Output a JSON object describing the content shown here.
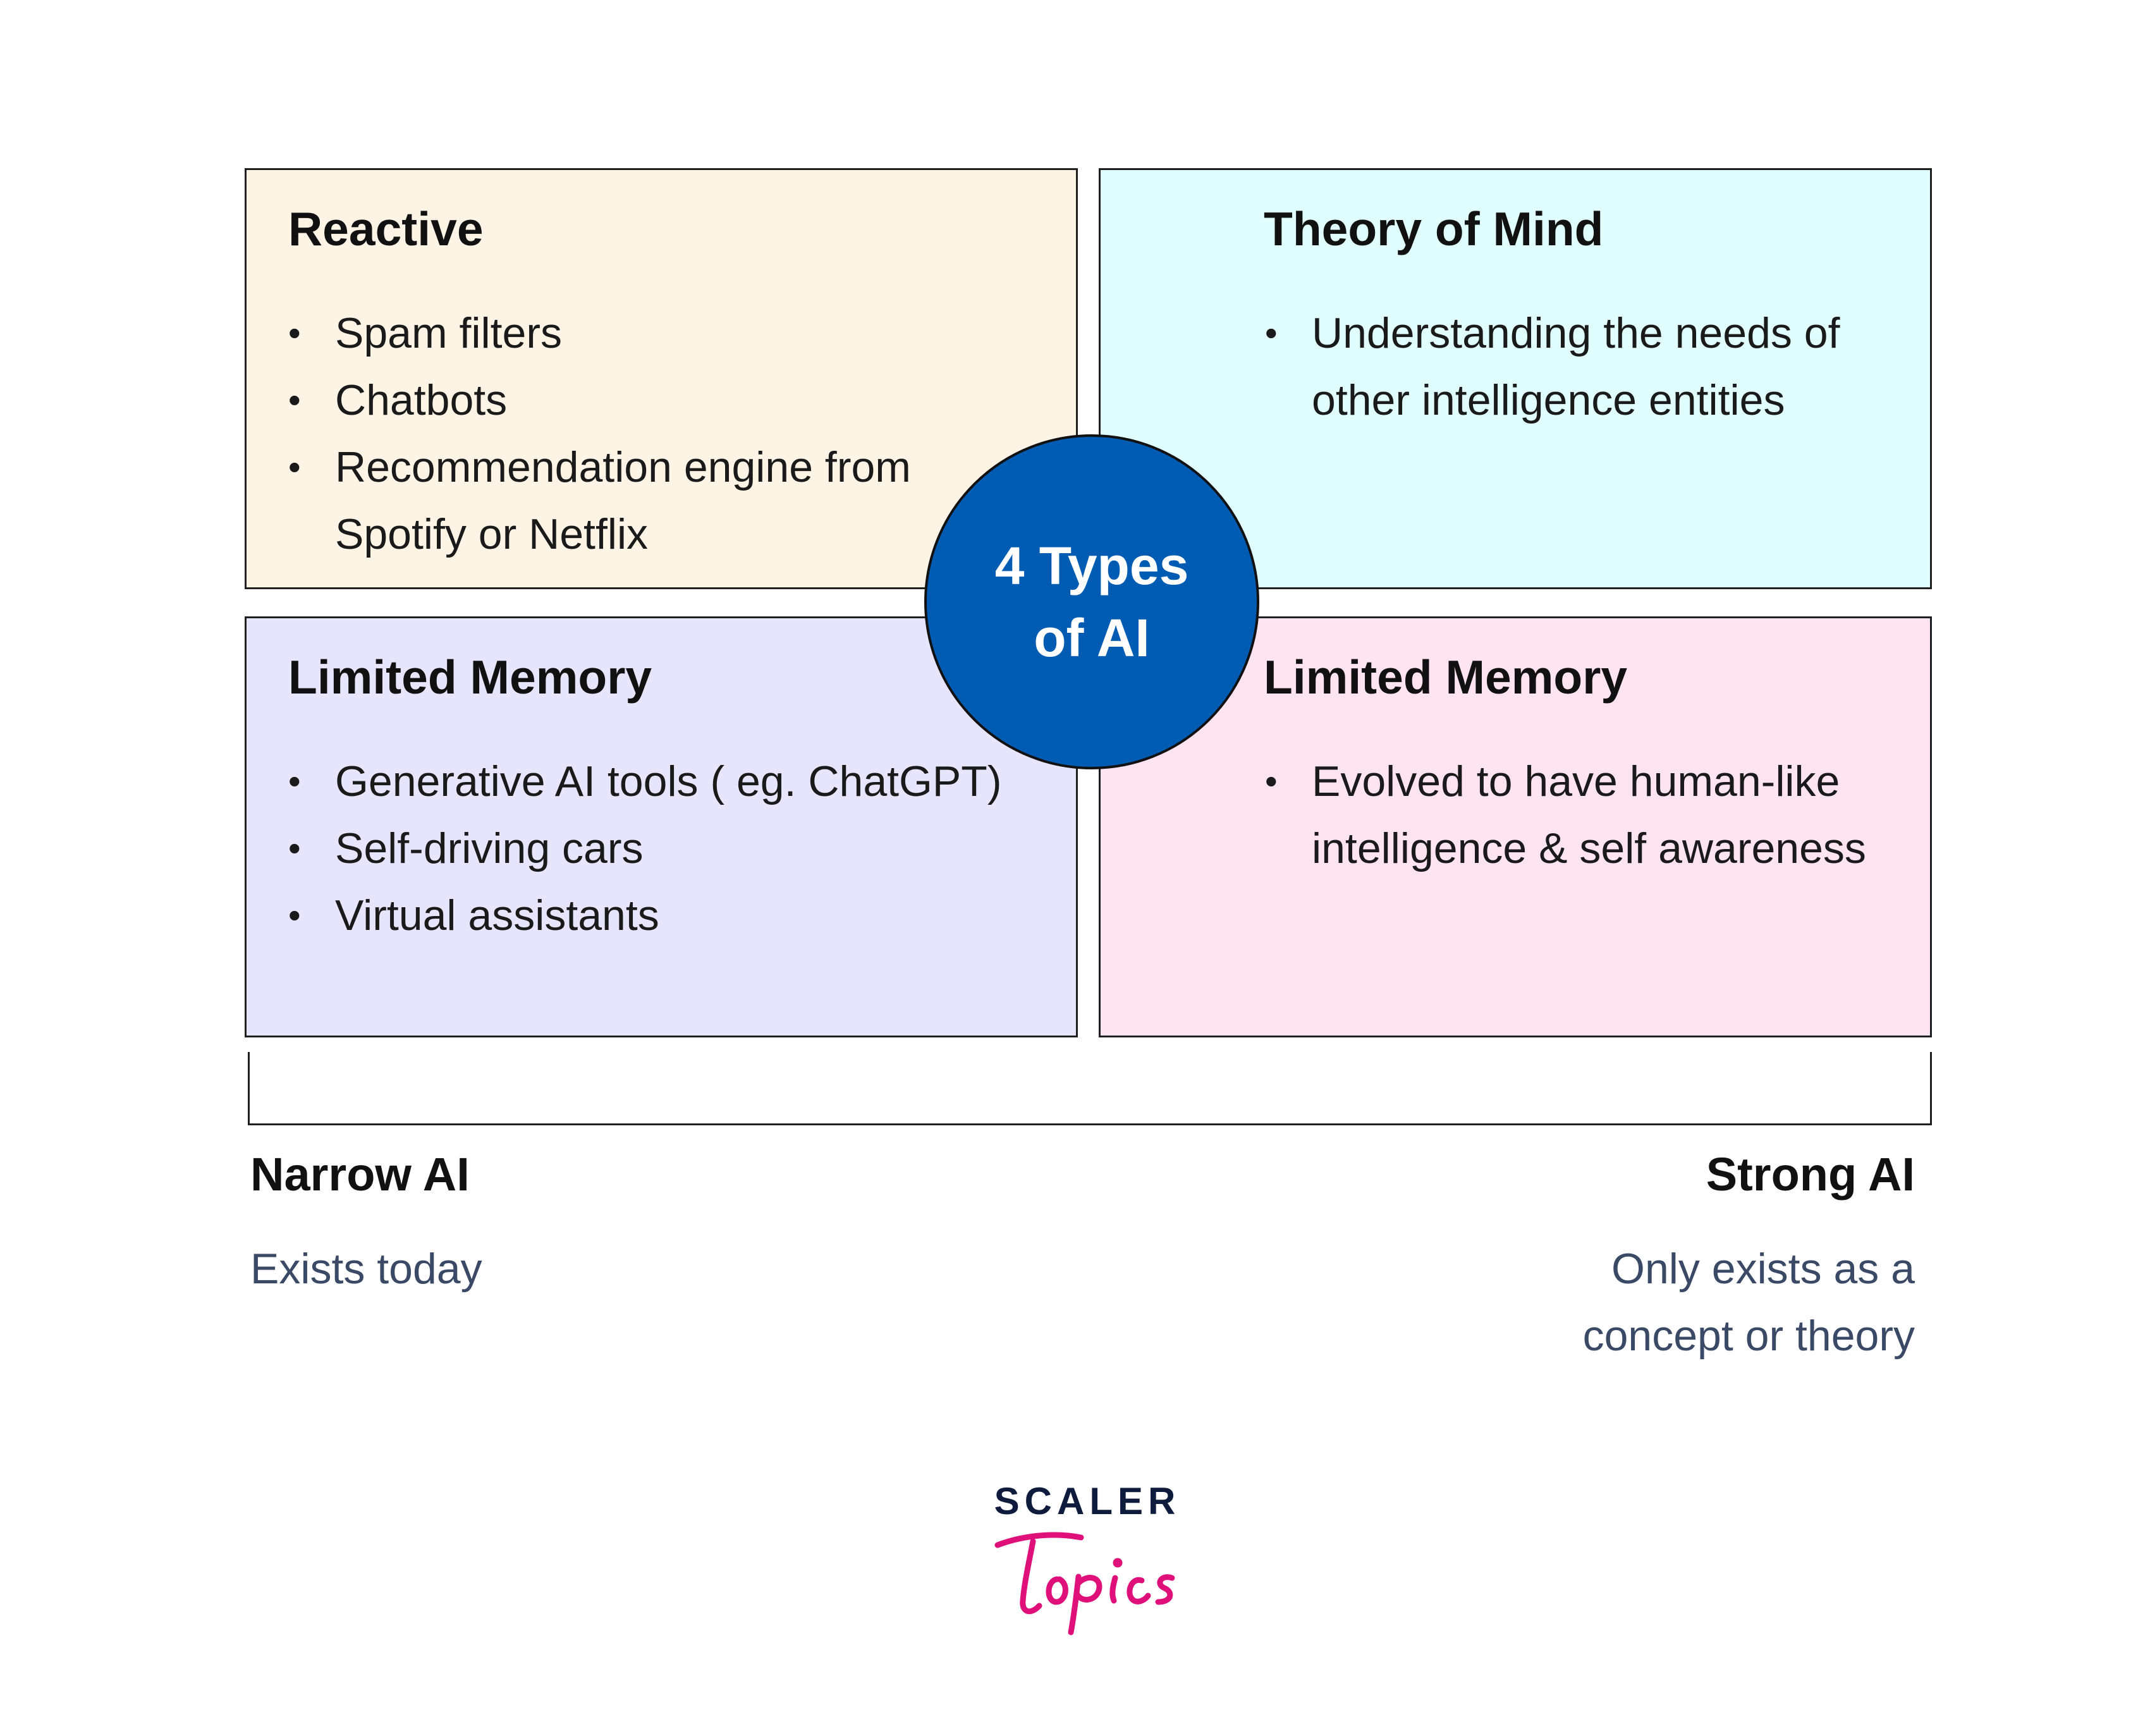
{
  "diagram": {
    "center_label": "4 Types of AI",
    "quadrants": [
      {
        "title": "Reactive",
        "color": "#fdf4e6",
        "items": [
          "Spam filters",
          "Chatbots",
          "Recommendation engine from Spotify or Netflix"
        ]
      },
      {
        "title": "Theory of Mind",
        "color": "#e0fefe",
        "items": [
          "Understanding the needs of other intelligence entities"
        ]
      },
      {
        "title": "Limited Memory",
        "color": "#e7e5fc",
        "items": [
          "Generative AI tools ( eg. ChatGPT)",
          "Self-driving cars",
          "Virtual assistants"
        ]
      },
      {
        "title": "Limited Memory",
        "color": "#fee4f0",
        "items": [
          "Evolved to have human-like intelligence & self awareness"
        ]
      }
    ],
    "center_color": "#005bb3"
  },
  "scale": {
    "left": {
      "title": "Narrow AI",
      "description": "Exists today"
    },
    "right": {
      "title": "Strong AI",
      "description": "Only exists as a concept or theory"
    }
  },
  "logo": {
    "wordmark": "SCALER",
    "script": "Topics",
    "wordmark_color": "#0e1b3d",
    "script_color": "#e0107a"
  }
}
